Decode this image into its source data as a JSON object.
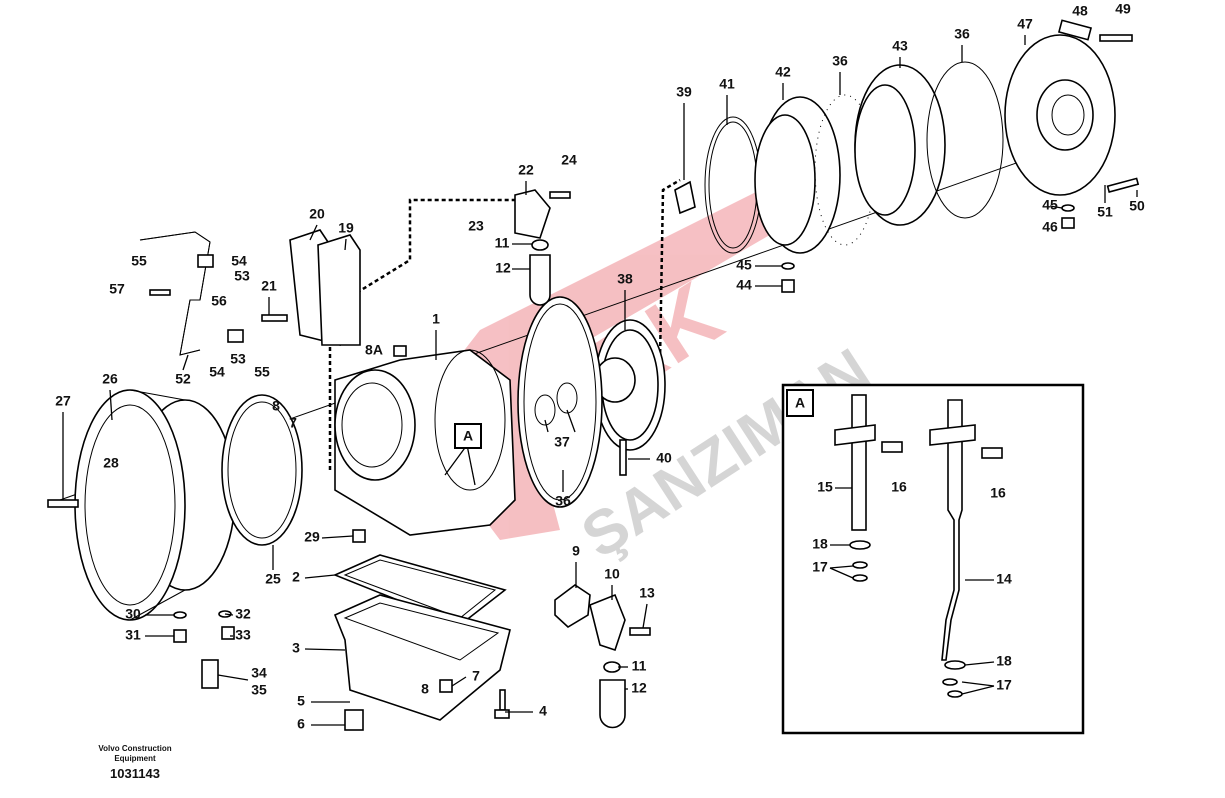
{
  "labels": [
    "47",
    "48",
    "49",
    "43",
    "36",
    "36",
    "42",
    "41",
    "39",
    "45",
    "46",
    "51",
    "50",
    "45",
    "44",
    "38",
    "40",
    "37",
    "36",
    "1",
    "8A",
    "22",
    "24",
    "23",
    "11",
    "12",
    "20",
    "19",
    "21",
    "54",
    "53",
    "55",
    "57",
    "56",
    "53",
    "54",
    "55",
    "52",
    "8",
    "7",
    "26",
    "27",
    "28",
    "25",
    "29",
    "2",
    "3",
    "30",
    "31",
    "32",
    "33",
    "34",
    "35",
    "5",
    "6",
    "7",
    "8",
    "4",
    "9",
    "10",
    "13",
    "11",
    "12"
  ],
  "callout": "A",
  "detail": {
    "title": "A",
    "labels": [
      "15",
      "16",
      "16",
      "18",
      "17",
      "14",
      "18",
      "17"
    ]
  },
  "footer": {
    "company_line1": "Volvo Construction",
    "company_line2": "Equipment",
    "drawing_number": "1031143"
  },
  "watermark": {
    "text1": "VOTORK",
    "text2": "ŞANZIMAN",
    "color1": "#e0303a",
    "color2": "#9a9a9a"
  }
}
